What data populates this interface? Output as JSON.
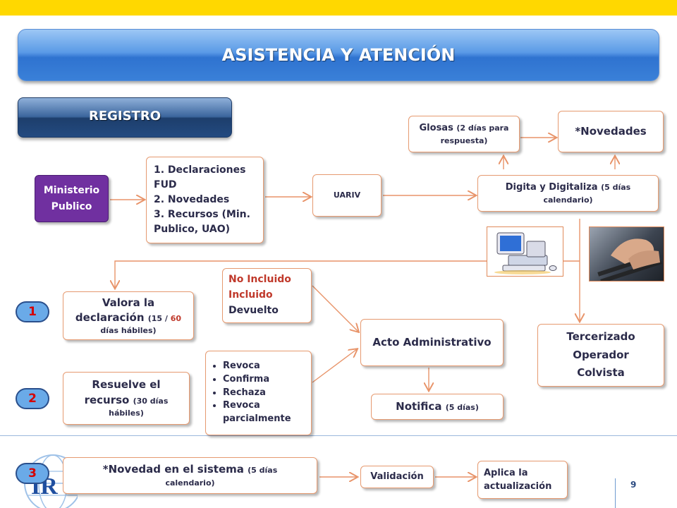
{
  "title": "ASISTENCIA Y ATENCIÓN",
  "section": "REGISTRO",
  "nodes": {
    "ministerio": [
      "Ministerio",
      "Publico"
    ],
    "declaraciones": [
      "1. Declaraciones",
      "FUD",
      "2. Novedades",
      "3. Recursos (Min.",
      "Publico, UAO)"
    ],
    "uariv": "UARIV",
    "glosas": {
      "main": "Glosas",
      "detail_a": "(2 días para",
      "detail_b": "respuesta)"
    },
    "novedades": "*Novedades",
    "digita": {
      "main": "Digita y Digitaliza",
      "detail_a": "(5 días",
      "detail_b": "calendario)"
    },
    "valora": {
      "line1": "Valora la",
      "line2_main": "declaración",
      "line2_detail": "(15 / ",
      "line2_red": "60",
      "line3": "días hábiles)"
    },
    "estados": {
      "no_incluido": "No Incluido",
      "incluido": "Incluido",
      "devuelto": "Devuelto"
    },
    "acto": "Acto Administrativo",
    "tercerizado": [
      "Tercerizado",
      "Operador",
      "Colvista"
    ],
    "resuelve": {
      "line1": "Resuelve el",
      "line2_main": "recurso",
      "line2_detail": "(30 días",
      "line3": "hábiles)"
    },
    "decisiones": [
      "Revoca",
      "Confirma",
      "Rechaza",
      "Revoca parcialmente"
    ],
    "notifica": {
      "main": "Notifica",
      "detail": "(5 días)"
    },
    "novedad_sistema": {
      "main": "*Novedad  en el sistema",
      "detail_a": "(5 días",
      "detail_b": "calendario)"
    },
    "validacion": "Validación",
    "aplica": [
      "Aplica la",
      "actualización"
    ]
  },
  "steps": [
    "1",
    "2",
    "3"
  ],
  "page_number": "9",
  "colors": {
    "accent_yellow": "#ffd800",
    "banner_blue": "#3a80d8",
    "purple": "#7030a0",
    "arrow": "#e8946a"
  }
}
